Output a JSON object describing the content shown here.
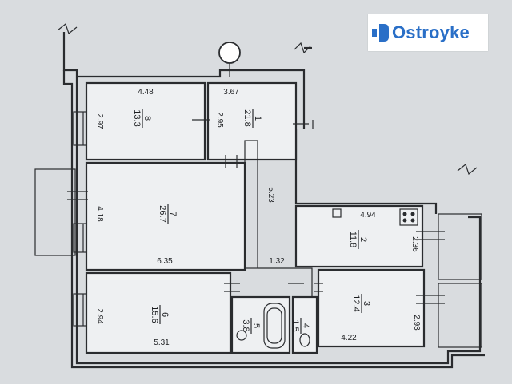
{
  "brand": {
    "name": "Ostroyke",
    "color": "#2a6fc7"
  },
  "rooms": [
    {
      "id": "8",
      "area": "13.3",
      "width": "4.48",
      "height": "2.97"
    },
    {
      "id": "1",
      "area": "21.8",
      "width": "3.67",
      "height": "2.95"
    },
    {
      "id": "7",
      "area": "26.7",
      "width": "6.35",
      "height": "4.18"
    },
    {
      "id": "2",
      "area": "11.8",
      "width": "4.94",
      "height": "2.36"
    },
    {
      "id": "6",
      "area": "15.6",
      "width": "5.31",
      "height": "2.94"
    },
    {
      "id": "5",
      "area": "3.8"
    },
    {
      "id": "4",
      "area": "1.5"
    },
    {
      "id": "3",
      "area": "12.4",
      "width": "4.22",
      "height": "2.93"
    }
  ],
  "corridor": {
    "length": "5.23",
    "width": "1.32"
  }
}
